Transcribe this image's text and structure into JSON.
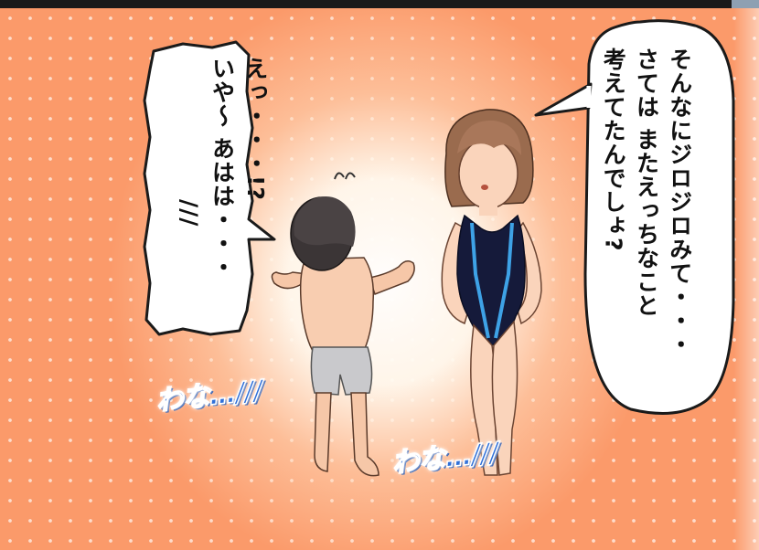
{
  "panel": {
    "bubble_left_text": "えっ・・・!?\nいや～ あはは・・・\n　　　　　　///",
    "bubble_right_text": "そんなにジロジロみて・・・\nさては またえっちなこと\n考えてたんでしょ?",
    "sfx_left": "わな…",
    "sfx_right": "わな…"
  },
  "colors": {
    "background_orange": "#fb9a6a",
    "sfx_blue": "#2f6fd8",
    "swimsuit_navy": "#151a3a"
  }
}
